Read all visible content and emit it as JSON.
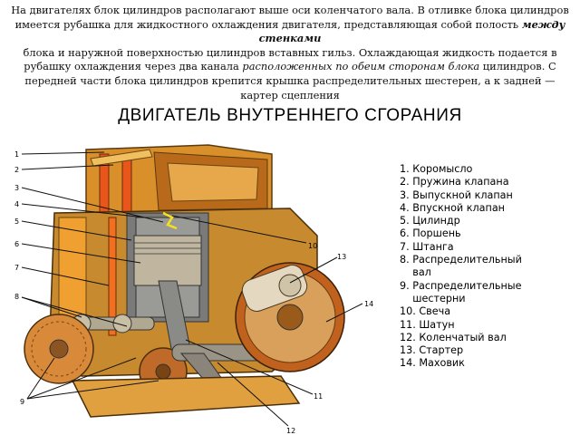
{
  "paragraph": {
    "part1": "На двигателях блок цилиндров располагают выше оси коленчатого вала. В отливке блока цилиндров имеется рубашка для жидкостного охлаждения двигателя, представляющая собой полость ",
    "em1": "между стенками",
    "part2": "блока и наружной поверхностью цилиндров вставных гильз. Охлаждающая жидкость подается в рубашку охлаждения через два канала ",
    "em2": "расположенных по обеим сторонам блока",
    "part3": " цилиндров. С передней части блока цилиндров крепится крышка распределительных шестерен, а к задней — картер сцепления"
  },
  "diagram": {
    "title": "ДВИГАТЕЛЬ ВНУТРЕННЕГО СГОРАНИЯ",
    "callouts": [
      "1",
      "2",
      "3",
      "4",
      "5",
      "6",
      "7",
      "8",
      "9",
      "10",
      "11",
      "12",
      "13",
      "14"
    ],
    "legend": [
      "1. Коромысло",
      "2. Пружина клапана",
      "3. Выпускной клапан",
      "4. Впускной клапан",
      "5. Цилиндр",
      "6. Поршень",
      "7. Штанга",
      "8. Распределительный",
      "    вал",
      "9. Распределительные",
      "    шестерни",
      "10. Свеча",
      "11. Шатун",
      "12. Коленчатый вал",
      "13. Стартер",
      "14. Маховик"
    ]
  }
}
